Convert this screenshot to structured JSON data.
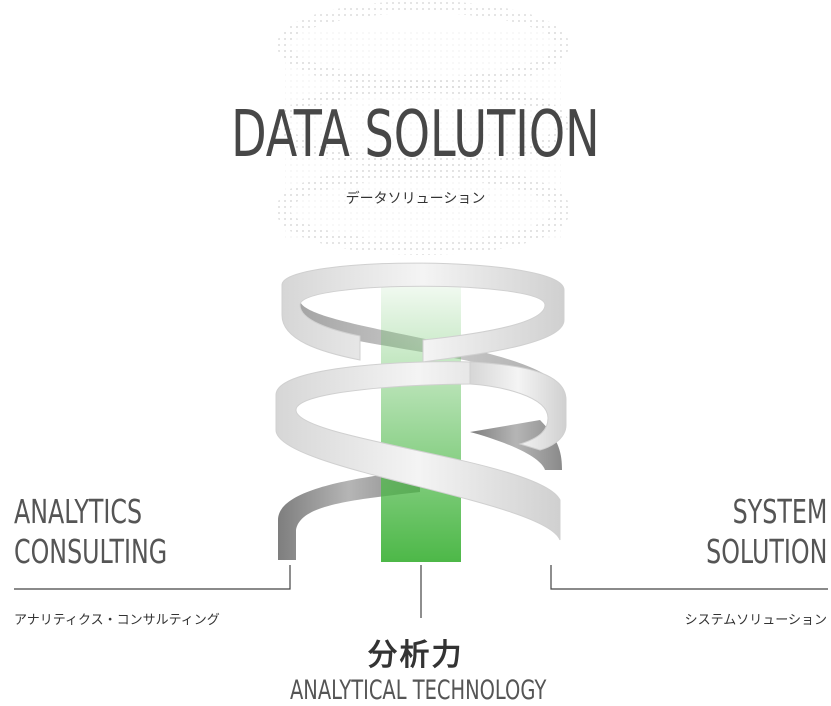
{
  "title": "DATA SOLUTION",
  "title_sub": "データソリューション",
  "left": {
    "line1": "ANALYTICS",
    "line2": "CONSULTING",
    "sub": "アナリティクス・コンサルティング"
  },
  "right": {
    "line1": "SYSTEM",
    "line2": "SOLUTION",
    "sub": "システムソリューション"
  },
  "bottom": {
    "jp": "分析力",
    "en": "ANALYTICAL TECHNOLOGY"
  },
  "colors": {
    "accent_green": "#4db848",
    "ribbon_light": "#e6e6e6",
    "ribbon_dark": "#8a8a8a",
    "text": "#474747"
  }
}
